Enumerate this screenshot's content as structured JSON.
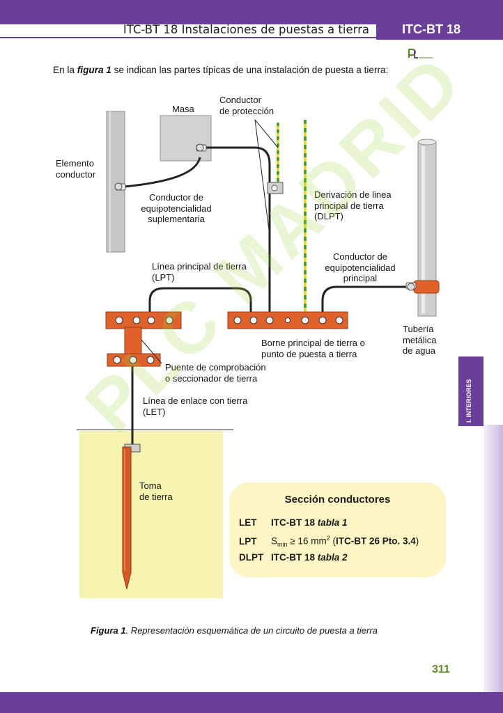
{
  "header": {
    "title": "ITC-BT 18 Instalaciones de puestas a tierra",
    "badge": "ITC-BT 18"
  },
  "intro": {
    "prefix": "En la ",
    "figure_ref": "figura 1",
    "suffix": " se indican las partes típicas de una instalación de puesta a tierra:"
  },
  "diagram": {
    "labels": {
      "masa": "Masa",
      "conductor_proteccion": "Conductor\nde protección",
      "elemento_conductor": "Elemento\nconductor",
      "conductor_equipotencialidad_suplementaria": "Conductor de\nequipotencialidad\nsuplementaria",
      "dlpt": "Derivación de linea\nprincipal de tierra\n(DLPT)",
      "conductor_equipotencialidad_principal": "Conductor de\nequipotencialidad\nprincipal",
      "lpt": "Línea principal de tierra\n(LPT)",
      "tuberia": "Tubería\nmetálica\nde agua",
      "borne": "Borne principal de tierra o\npunto de puesta a tierra",
      "puente": "Puente de comprobación\no seccionador de tierra",
      "let": "Línea de enlace con tierra\n(LET)",
      "toma": "Toma\nde tierra"
    }
  },
  "section_box": {
    "title": "Sección conductores",
    "rows": [
      {
        "key": "LET",
        "value": "ITC-BT 18 ",
        "value_italic": "tabla 1"
      },
      {
        "key": "LPT",
        "s": "S",
        "sub": "min",
        "rel": " ≥ 16 mm",
        "sup": "2",
        "open": " (",
        "ref": "ITC-BT 26 Pto. 3.4",
        "close": ")"
      },
      {
        "key": "DLPT",
        "value": "ITC-BT 18 ",
        "value_italic": "tabla 2"
      }
    ]
  },
  "caption": {
    "figure": "Figura 1",
    "text": ". Representación esquemática de un circuito de  puesta a tierra"
  },
  "side_tab": "I. INTERIORES",
  "page_number": "311",
  "watermark": "PLC MADRID",
  "colors": {
    "purple": "#6a3f9a",
    "copper": "#e0622a",
    "ground_fill": "#f6f3b0",
    "box_fill": "#fdf6c4",
    "page_number": "#5c8a1e"
  }
}
